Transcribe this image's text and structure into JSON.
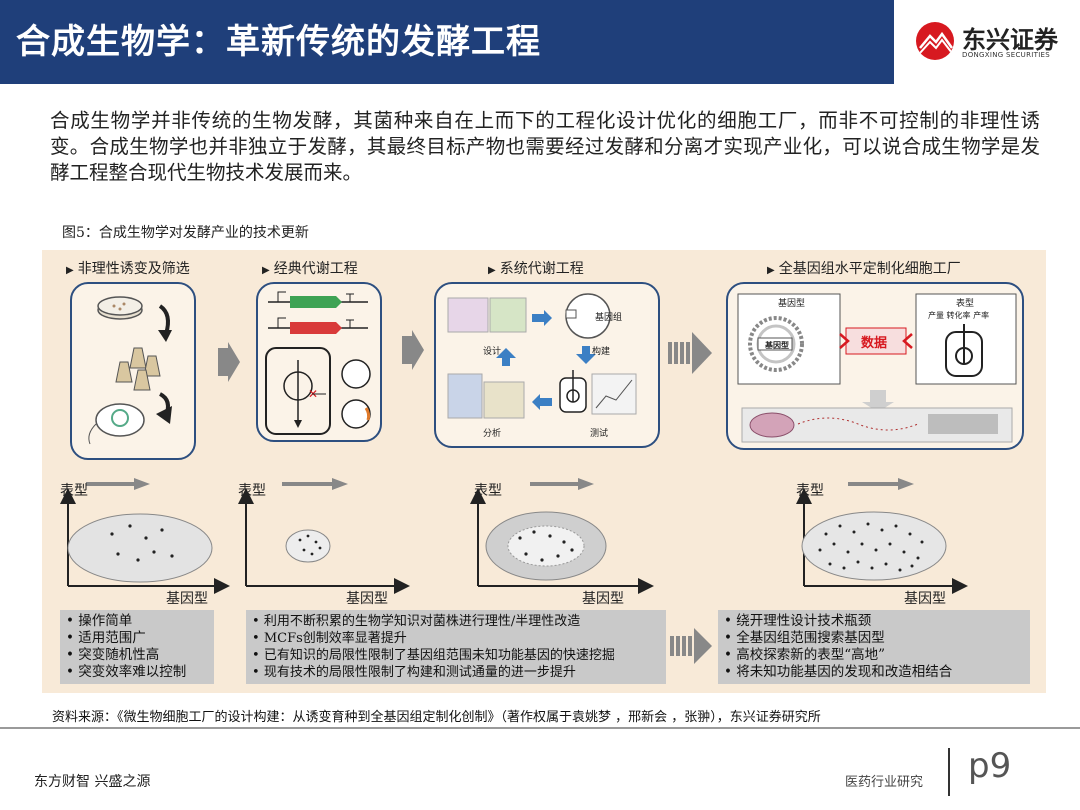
{
  "header": {
    "title": "合成生物学：革新传统的发酵工程",
    "logo_cn": "东兴证券",
    "logo_en": "DONGXING SECURITIES"
  },
  "intro": "合成生物学并非传统的生物发酵，其菌种来自在上而下的工程化设计优化的细胞工厂，而非不可控制的非理性诱变。合成生物学也并非独立于发酵，其最终目标产物也需要经过发酵和分离才实现产业化，可以说合成生物学是发酵工程整合现代生物技术发展而来。",
  "figure": {
    "caption": "图5：合成生物学对发酵产业的技术更新",
    "sections": [
      {
        "title": "非理性诱变及筛选"
      },
      {
        "title": "经典代谢工程"
      },
      {
        "title": "系统代谢工程"
      },
      {
        "title": "全基因组水平定制化细胞工厂"
      }
    ],
    "panel_labels": {
      "genome": "基因组",
      "design": "设计",
      "build": "构建",
      "analyze": "分析",
      "test": "测试",
      "genotype_head": "基因型",
      "phenotype_head": "表型",
      "phenotype_sub": "产量  转化率  产率",
      "genotype_tag": "基因型",
      "data": "数据"
    },
    "axes": {
      "y": "表型",
      "x": "基因型"
    },
    "bullets": [
      [
        "操作简单",
        "适用范围广",
        "突变随机性高",
        "突变效率难以控制"
      ],
      [
        "利用不断积累的生物学知识对菌株进行理性/半理性改造",
        "MCFs创制效率显著提升",
        "已有知识的局限性限制了基因组范围未知功能基因的快速挖掘",
        "现有技术的局限性限制了构建和测试通量的进一步提升"
      ],
      [
        "绕开理性设计技术瓶颈",
        "全基因组范围搜索基因型",
        "高校探索新的表型“高地”",
        "将未知功能基因的发现和改造相结合"
      ]
    ]
  },
  "source": "资料来源：《微生物细胞工厂的设计构建：从诱变育种到全基因组定制化创制》（著作权属于袁姚梦  ，邢新会 ，张翀），东兴证券研究所",
  "footer": {
    "left": "东方财智 兴盛之源",
    "right": "医药行业研究",
    "page": "p9"
  },
  "colors": {
    "header_bg": "#1f3f7a",
    "figure_bg": "#f8ead8",
    "panel_border": "#2d4f80",
    "accent_red": "#d71920",
    "bullet_bg": "#c9c9c9"
  }
}
